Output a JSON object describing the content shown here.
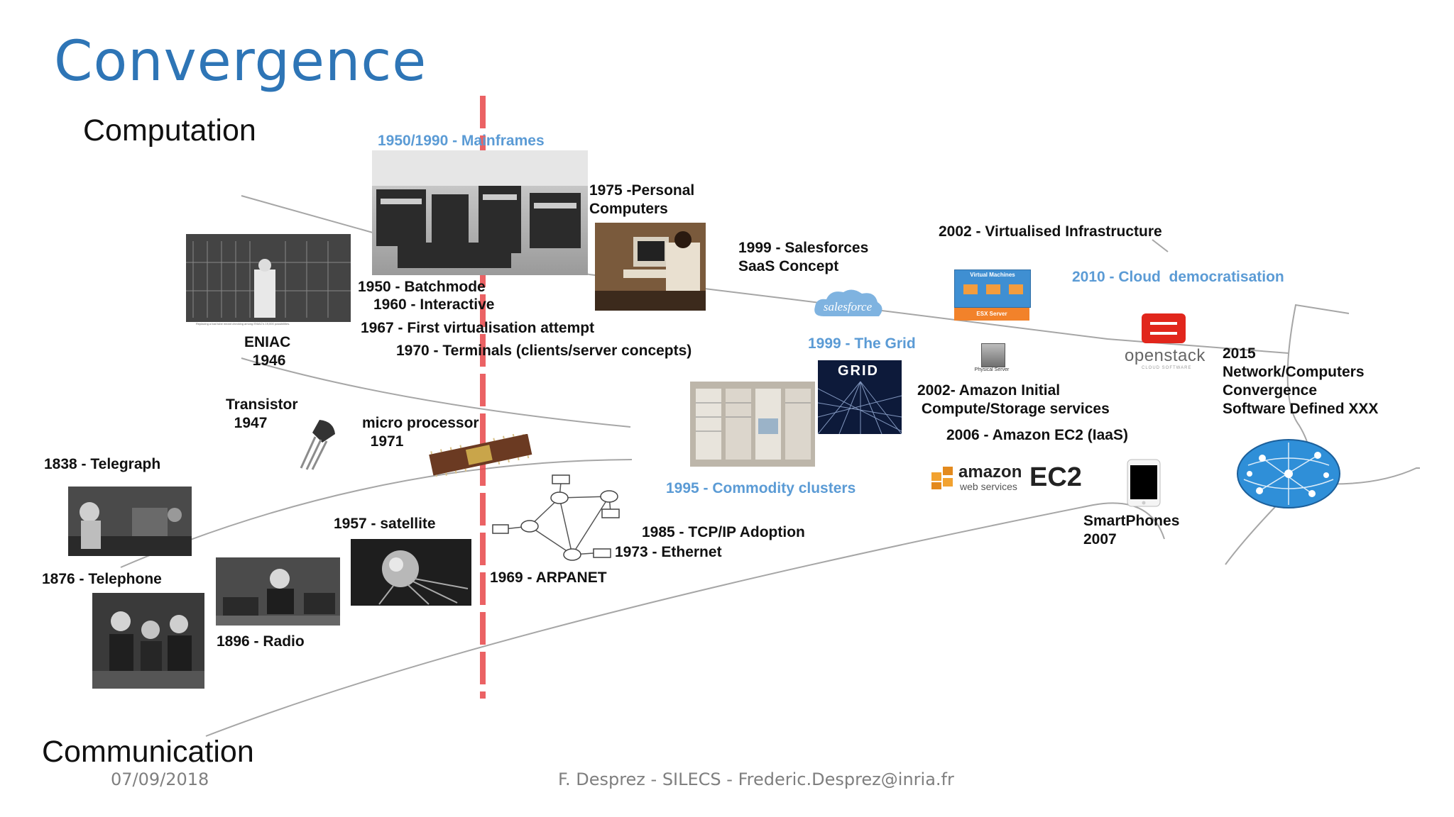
{
  "slide": {
    "title": "Convergence",
    "computation_label": "Computation",
    "communication_label": "Communication",
    "footer_date": "07/09/2018",
    "footer_author": "F. Desprez - SILECS - Frederic.Desprez@inria.fr"
  },
  "events": {
    "mainframes": "1950/1990 - Mainframes",
    "personal_computers": "1975 -Personal\nComputers",
    "batchmode": "1950 - Batchmode",
    "interactive": "1960 - Interactive",
    "virtualisation_attempt": "1967 - First virtualisation attempt",
    "terminals": "1970 - Terminals (clients/server concepts)",
    "eniac": "ENIAC\n  1946",
    "transistor": "Transistor\n  1947",
    "micro_processor": "micro processor\n  1971",
    "telegraph": "1838 - Telegraph",
    "telephone": "1876 - Telephone",
    "radio": "1896 - Radio",
    "satellite": "1957 - satellite",
    "arpanet": "1969 - ARPANET",
    "tcpip": "1985 - TCP/IP Adoption",
    "ethernet": "1973 - Ethernet",
    "salesforce": "1999 - Salesforces\nSaaS Concept",
    "grid": "1999 - The Grid",
    "commodity_clusters": "1995 - Commodity clusters",
    "virtualised_infra": "2002 - Virtualised Infrastructure",
    "cloud": "2010 - Cloud  democratisation",
    "amazon_initial": "2002- Amazon Initial\n Compute/Storage services",
    "amazon_ec2": "2006 - Amazon EC2 (IaaS)",
    "smartphones": "SmartPhones\n2007",
    "convergence_2015": "2015\nNetwork/Computers\nConvergence\nSoftware Defined XXX"
  },
  "logos": {
    "salesforce": "salesforce",
    "grid": "GRID",
    "openstack": "openstack",
    "openstack_sub": "CLOUD SOFTWARE",
    "amazon": "amazon",
    "amazon_sub": "web services",
    "ec2": "EC2",
    "vm_label": "Virtual Machines",
    "esx_label": "ESX Server",
    "physical_label": "Physical Server",
    "eniac_caption": "Replacing a bad tube meant checking among ENIAC's 19,000 possibilities."
  },
  "colors": {
    "title": "#2e75b6",
    "accent_blue": "#5b9bd5",
    "divider_red": "#e8474a",
    "curve_gray": "#a6a6a6"
  }
}
